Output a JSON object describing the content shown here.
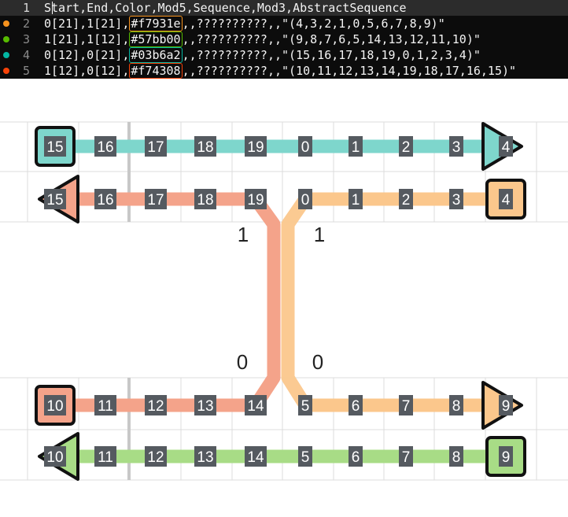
{
  "editor": {
    "lines": [
      {
        "num": "1",
        "before": "Start,End,Color,Mod5,Sequence,Mod3,AbstractSequence",
        "swatch": "",
        "after": "",
        "dot_color": "",
        "swatch_color": ""
      },
      {
        "num": "2",
        "before": "0[21],1[21],",
        "swatch": "#f7931e",
        "after": ",,??????????,,\"(4,3,2,1,0,5,6,7,8,9)\"",
        "dot_color": "#f7931e",
        "swatch_color": "#f7931e"
      },
      {
        "num": "3",
        "before": "1[21],1[12],",
        "swatch": "#57bb00",
        "after": ",,??????????,,\"(9,8,7,6,5,14,13,12,11,10)\"",
        "dot_color": "#57bb00",
        "swatch_color": "#57bb00"
      },
      {
        "num": "4",
        "before": "0[12],0[21],",
        "swatch": "#03b6a2",
        "after": ",,??????????,,\"(15,16,17,18,19,0,1,2,3,4)\"",
        "dot_color": "#03b6a2",
        "swatch_color": "#03b6a2"
      },
      {
        "num": "5",
        "before": "1[12],0[12],",
        "swatch": "#f74308",
        "after": ",,??????????,,\"(10,11,12,13,14,19,18,17,16,15)\"",
        "dot_color": "#f74308",
        "swatch_color": "#f74308"
      }
    ]
  },
  "diagram": {
    "row1": {
      "color": "#7ed6cc",
      "nodes": [
        "15",
        "16",
        "17",
        "18",
        "19",
        "0",
        "1",
        "2",
        "3",
        "4"
      ]
    },
    "row2": {
      "left_color": "#f4a38a",
      "right_color": "#fbc78c",
      "left_nodes": [
        "15",
        "16",
        "17",
        "18",
        "19"
      ],
      "right_nodes": [
        "0",
        "1",
        "2",
        "3",
        "4"
      ]
    },
    "row3": {
      "left_color": "#f4a38a",
      "right_color": "#fbc78c",
      "left_nodes": [
        "10",
        "11",
        "12",
        "13",
        "14"
      ],
      "right_nodes": [
        "5",
        "6",
        "7",
        "8",
        "9"
      ]
    },
    "row4": {
      "color": "#a8dc86",
      "nodes": [
        "10",
        "11",
        "12",
        "13",
        "14",
        "5",
        "6",
        "7",
        "8",
        "9"
      ]
    },
    "mod_labels": [
      "1",
      "1",
      "0",
      "0"
    ]
  }
}
